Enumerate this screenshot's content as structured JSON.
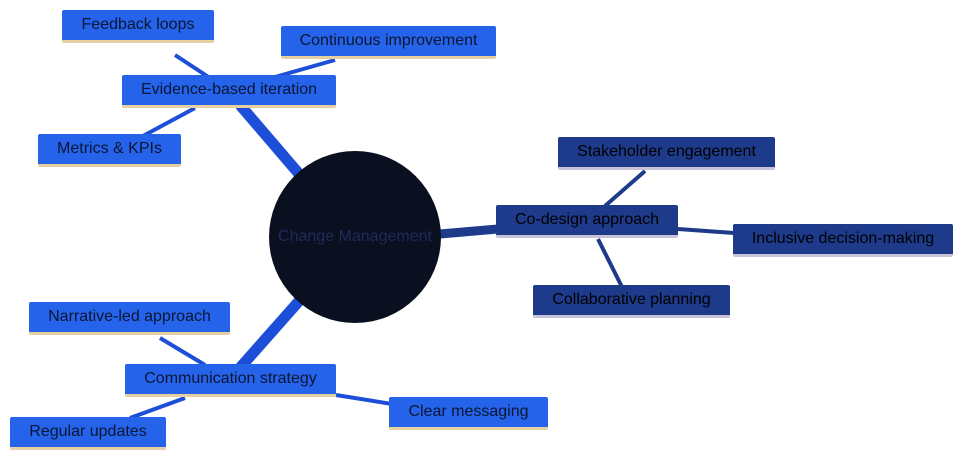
{
  "root": {
    "label": "Change Management"
  },
  "branches": {
    "evidence": {
      "label": "Evidence-based iteration",
      "children": [
        "Feedback loops",
        "Continuous improvement",
        "Metrics & KPIs"
      ]
    },
    "codesign": {
      "label": "Co-design approach",
      "children": [
        "Stakeholder engagement",
        "Inclusive decision-making",
        "Collaborative planning"
      ]
    },
    "communication": {
      "label": "Communication strategy",
      "children": [
        "Narrative-led approach",
        "Regular updates",
        "Clear messaging"
      ]
    }
  },
  "colors": {
    "bright_node": "#2563eb",
    "navy_node": "#1e3a8a",
    "root_fill": "#0a1020",
    "bright_edge": "#1d4ed8",
    "navy_edge": "#1e3a8a"
  }
}
